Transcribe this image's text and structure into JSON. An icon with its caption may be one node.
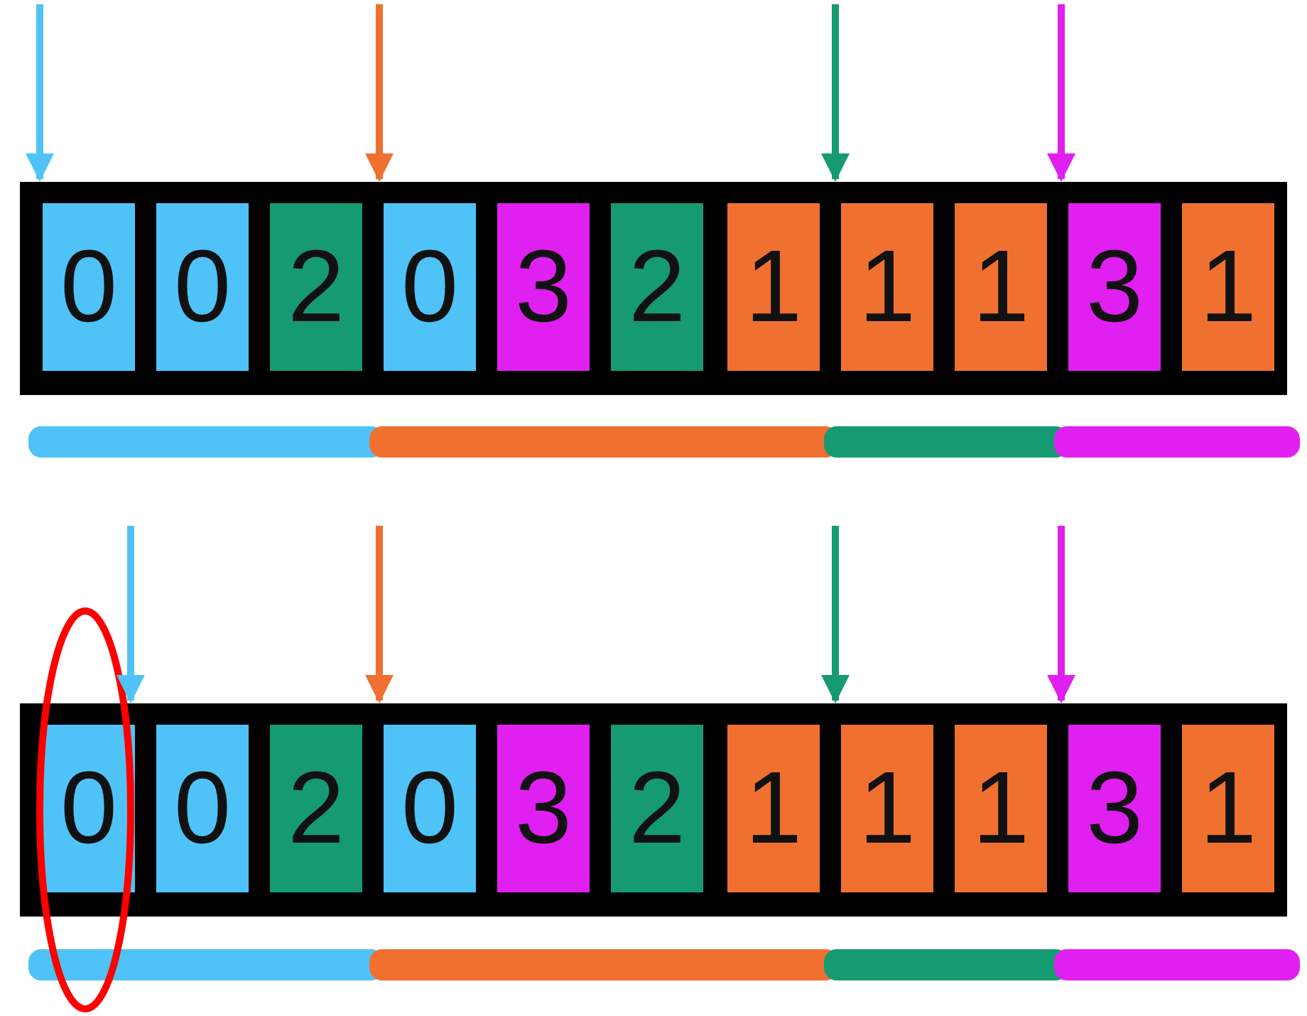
{
  "diagram": {
    "nodes": [
      {
        "text": [],
        "shape": "bar"
      },
      {
        "text": [
          "0"
        ],
        "in": 0
      },
      {
        "text": [
          "0"
        ],
        "in": 0
      },
      {
        "text": [
          "2"
        ],
        "in": 0
      },
      {
        "text": [
          "0"
        ],
        "in": 0
      },
      {
        "text": [
          "3"
        ],
        "in": 0
      },
      {
        "text": [
          "2"
        ],
        "in": 0
      },
      {
        "text": [
          "1"
        ],
        "in": 0
      },
      {
        "text": [
          "1"
        ],
        "in": 0
      },
      {
        "text": [
          "1"
        ],
        "in": 0
      },
      {
        "text": [
          "3"
        ],
        "in": 0
      },
      {
        "text": [
          "1"
        ],
        "in": 0
      },
      {
        "text": [],
        "shape": "bar"
      },
      {
        "text": [
          "0"
        ],
        "in": 12
      },
      {
        "text": [
          "0"
        ],
        "in": 12
      },
      {
        "text": [
          "2"
        ],
        "in": 12
      },
      {
        "text": [
          "0"
        ],
        "in": 12
      },
      {
        "text": [
          "3"
        ],
        "in": 12
      },
      {
        "text": [
          "2"
        ],
        "in": 12
      },
      {
        "text": [
          "1"
        ],
        "in": 12
      },
      {
        "text": [
          "1"
        ],
        "in": 12
      },
      {
        "text": [
          "1"
        ],
        "in": 12
      },
      {
        "text": [
          "3"
        ],
        "in": 12
      },
      {
        "text": [
          "1"
        ],
        "in": 12
      }
    ],
    "edges": [
      {
        "from": null,
        "to": 1,
        "arrow": "to",
        "color": "#4fc3f7"
      },
      {
        "from": null,
        "to": 4,
        "arrow": "to",
        "color": "#f07030"
      },
      {
        "from": null,
        "to": 8,
        "arrow": "to",
        "color": "#169a72"
      },
      {
        "from": null,
        "to": 10,
        "arrow": "to",
        "color": "#e020f0"
      },
      {
        "from": null,
        "to": 14,
        "arrow": "to",
        "color": "#4fc3f7"
      },
      {
        "from": null,
        "to": 16,
        "arrow": "to",
        "color": "#f07030"
      },
      {
        "from": null,
        "to": 20,
        "arrow": "to",
        "color": "#169a72"
      },
      {
        "from": null,
        "to": 22,
        "arrow": "to",
        "color": "#e020f0"
      }
    ]
  }
}
